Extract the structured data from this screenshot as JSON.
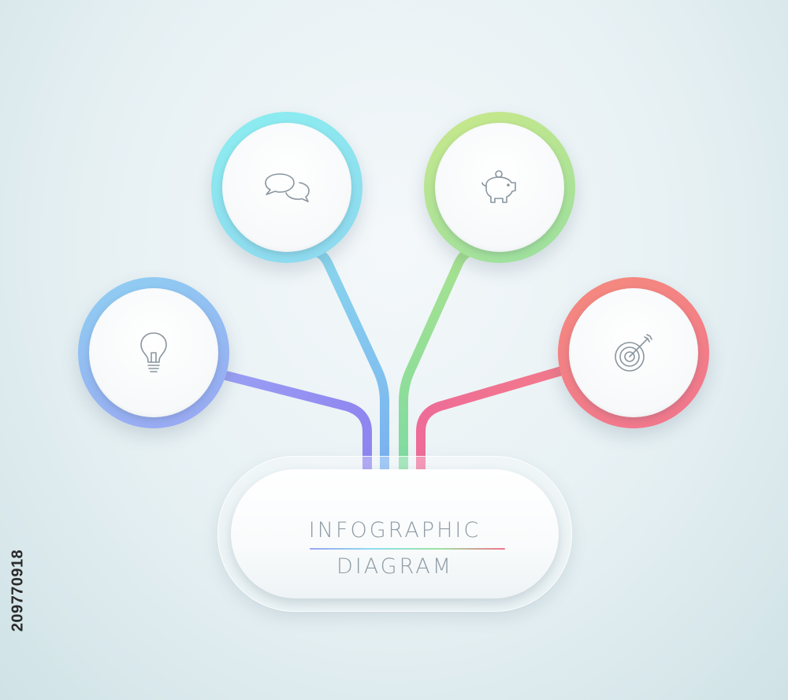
{
  "hub": {
    "line1": "INFOGRAPHIC",
    "line2": "DIAGRAM"
  },
  "nodes": [
    {
      "id": "idea",
      "icon": "lightbulb-icon",
      "color_from": "#8ed0f2",
      "color_to": "#9aa5f2"
    },
    {
      "id": "chat",
      "icon": "speech-bubbles-icon",
      "color_from": "#8ceef0",
      "color_to": "#8fd7ee"
    },
    {
      "id": "savings",
      "icon": "piggy-bank-icon",
      "color_from": "#c9e88a",
      "color_to": "#9adfa0"
    },
    {
      "id": "target",
      "icon": "target-arrow-icon",
      "color_from": "#f58a7e",
      "color_to": "#f0758e"
    }
  ],
  "watermark": {
    "stock_id": "209770918"
  },
  "colors": {
    "text": "#8e9ba4",
    "background": "#e6f0f3"
  }
}
